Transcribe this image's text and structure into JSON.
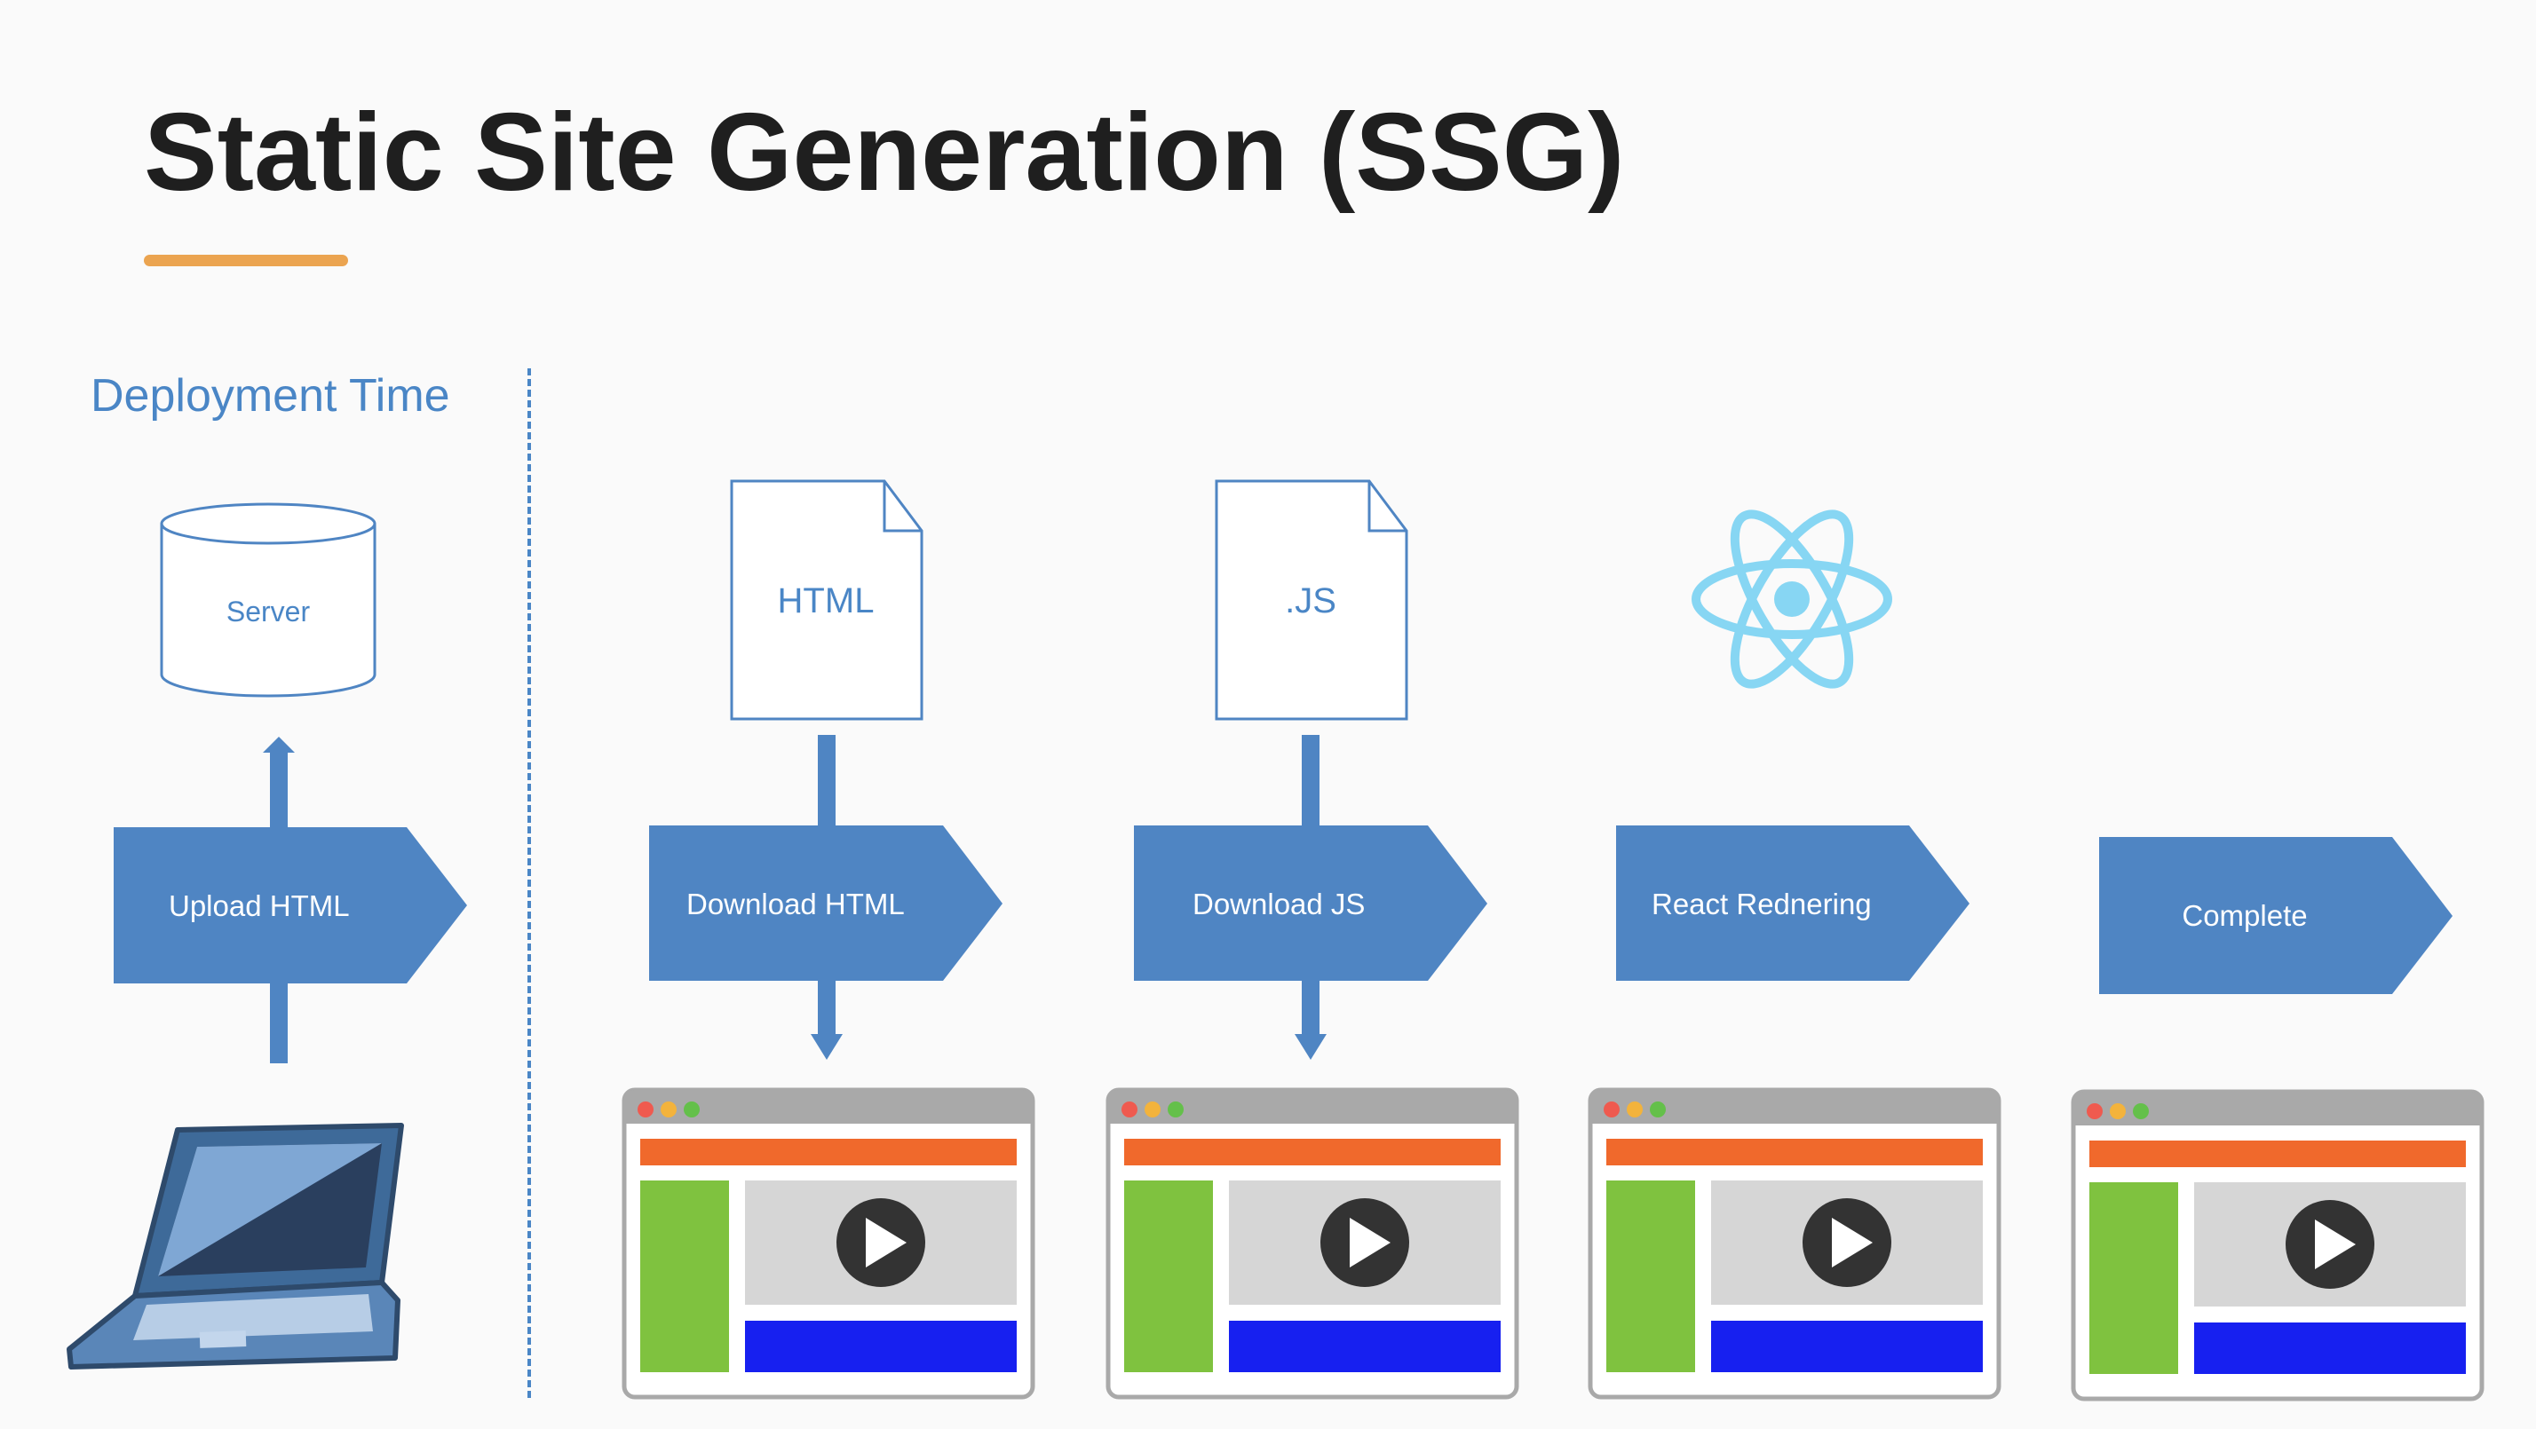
{
  "title": "Static Site Generation (SSG)",
  "deployment_label": "Deployment Time",
  "server_label": "Server",
  "steps": [
    {
      "label": "Upload HTML"
    },
    {
      "label": "Download HTML",
      "file_label": "HTML"
    },
    {
      "label": "Download JS",
      "file_label": ".JS"
    },
    {
      "label": "React Rednering"
    },
    {
      "label": "Complete"
    }
  ],
  "colors": {
    "accent_blue": "#4f85c3",
    "title_underline": "#eba450",
    "react_logo": "#87d6f3",
    "browser_header": "#f0692c",
    "browser_sidebar": "#7fc23f",
    "browser_footer": "#1720f0"
  },
  "icons": [
    "database-icon",
    "document-icon",
    "react-logo-icon",
    "laptop-icon",
    "browser-window-icon",
    "play-icon",
    "arrow-icon"
  ]
}
